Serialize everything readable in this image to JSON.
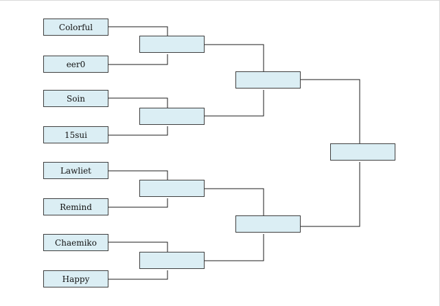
{
  "bracket": {
    "round1": [
      "Colorful",
      "eer0",
      "Soin",
      "15sui",
      "Lawliet",
      "Remind",
      "Chaemiko",
      "Happy"
    ],
    "quarterfinals": [
      "",
      "",
      "",
      ""
    ],
    "semifinals": [
      "",
      ""
    ],
    "final": [
      ""
    ]
  }
}
